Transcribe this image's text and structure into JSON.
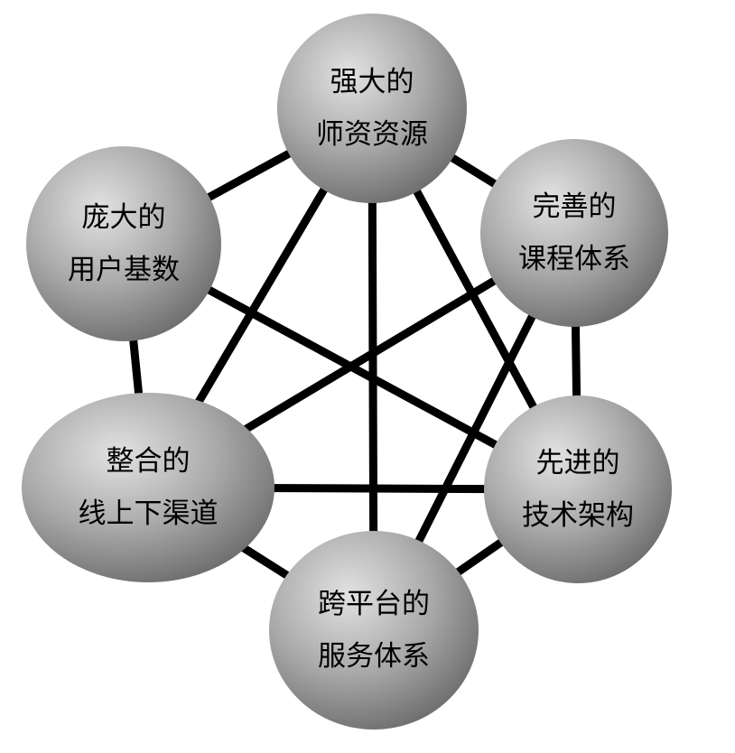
{
  "diagram": {
    "nodes": [
      {
        "id": "teachers",
        "lines": [
          "强大的",
          "师资资源"
        ]
      },
      {
        "id": "curriculum",
        "lines": [
          "完善的",
          "课程体系"
        ]
      },
      {
        "id": "tech",
        "lines": [
          "先进的",
          "技术架构"
        ]
      },
      {
        "id": "service",
        "lines": [
          "跨平台的",
          "服务体系"
        ]
      },
      {
        "id": "channels",
        "lines": [
          "整合的",
          "线上下渠道"
        ]
      },
      {
        "id": "users",
        "lines": [
          "庞大的",
          "用户基数"
        ]
      }
    ],
    "edges": [
      [
        "teachers",
        "curriculum"
      ],
      [
        "teachers",
        "users"
      ],
      [
        "teachers",
        "tech"
      ],
      [
        "teachers",
        "channels"
      ],
      [
        "teachers",
        "service"
      ],
      [
        "curriculum",
        "tech"
      ],
      [
        "curriculum",
        "channels"
      ],
      [
        "curriculum",
        "service"
      ],
      [
        "tech",
        "service"
      ],
      [
        "tech",
        "channels"
      ],
      [
        "tech",
        "users"
      ],
      [
        "service",
        "channels"
      ],
      [
        "channels",
        "users"
      ]
    ],
    "colors": {
      "edge": "#000000",
      "node_light": "#e2e2e2",
      "node_mid": "#a9a9a9",
      "node_dark": "#6e6e6e",
      "label": "#000000"
    }
  }
}
